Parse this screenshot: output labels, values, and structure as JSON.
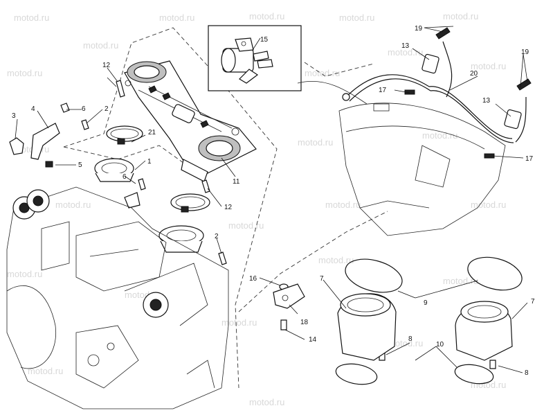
{
  "watermark": "motod.ru",
  "callouts": [
    "1",
    "2",
    "2",
    "3",
    "4",
    "5",
    "6",
    "6",
    "7",
    "7",
    "8",
    "8",
    "9",
    "10",
    "11",
    "12",
    "12",
    "13",
    "13",
    "14",
    "15",
    "16",
    "17",
    "17",
    "18",
    "19",
    "19",
    "20",
    "21"
  ]
}
